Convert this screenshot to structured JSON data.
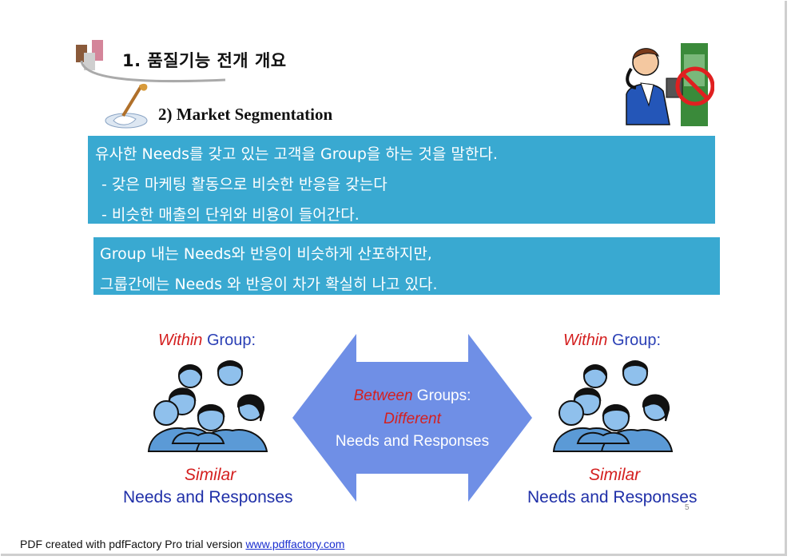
{
  "slide": {
    "title": "1. 품질기능 전개 개요",
    "subtitle": "2) Market Segmentation",
    "box1": {
      "line1": "유사한 Needs를 갖고 있는 고객을 Group을 하는 것을 말한다.",
      "line2": "- 갖은 마케팅 활동으로 비슷한 반응을 갖는다",
      "line3": "- 비슷한 매출의 단위와 비용이 들어간다."
    },
    "box2": {
      "line1": "Group 내는 Needs와 반응이 비슷하게 산포하지만,",
      "line2": "그룹간에는 Needs 와 반응이 차가 확실히 나고 있다."
    },
    "left_group": {
      "within": "Within",
      "group": " Group:",
      "similar": "Similar",
      "needs": "Needs and Responses"
    },
    "right_group": {
      "within": "Within",
      "group": " Group:",
      "similar": "Similar",
      "needs": "Needs and Responses"
    },
    "arrow": {
      "between": "Between",
      "groups": " Groups:",
      "different": "Different",
      "needs": "Needs and Responses"
    },
    "page_number": "5"
  },
  "footer": {
    "text": "PDF created with pdfFactory Pro trial version ",
    "link": "www.pdffactory.com"
  },
  "colors": {
    "box_blue": "#39a9d1",
    "arrow_blue": "#6f8fe6",
    "within_red": "#d42020",
    "group_blue": "#2a3fb5",
    "people_blue": "#5b9ad6"
  },
  "icons": [
    "title-deco-icon",
    "paintbrush-icon",
    "phone-man-no-phone-icon",
    "people-group-icon",
    "double-arrow-icon"
  ]
}
